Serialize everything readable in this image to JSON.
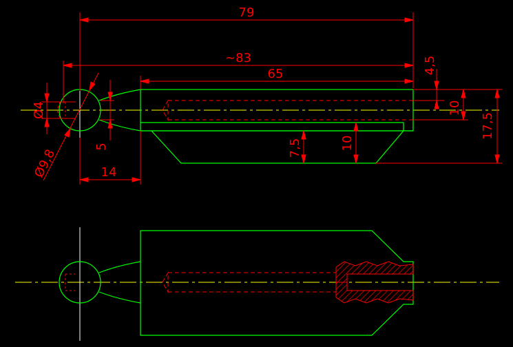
{
  "colors": {
    "background": "#000000",
    "outline": "#00ff00",
    "dimension": "#ff0000",
    "centerline": "#ffff00",
    "hidden": "#ff0000",
    "construction": "#ffffff"
  },
  "dimensions": {
    "overall_length": "79",
    "approx_length": "~83",
    "body_length": "65",
    "offset_top": "4,5",
    "bore_height": "10",
    "total_height": "17,5",
    "bottom_height_a": "7,5",
    "bottom_height_b": "10",
    "hole_diameter": "Ø4",
    "ball_diameter": "Ø9,8",
    "neck_height": "5",
    "ball_offset": "14"
  }
}
